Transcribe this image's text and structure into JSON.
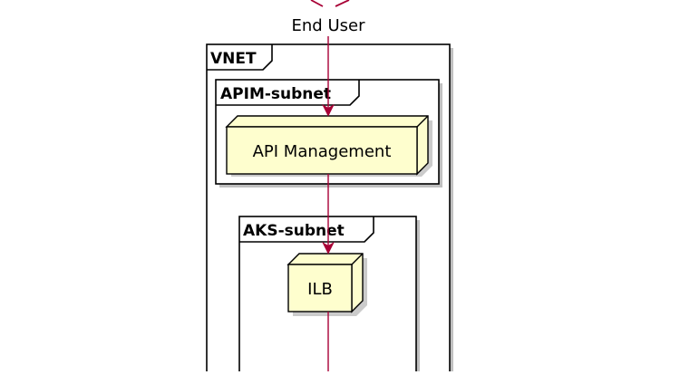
{
  "actor": {
    "label": "End User"
  },
  "frames": {
    "vnet": {
      "title": "VNET"
    },
    "apim_subnet": {
      "title": "APIM-subnet"
    },
    "aks_subnet": {
      "title": "AKS-subnet"
    }
  },
  "nodes": {
    "api_management": {
      "label": "API Management"
    },
    "ilb": {
      "label": "ILB"
    }
  },
  "colors": {
    "node_fill": "#FEFECE",
    "connector": "#A80036",
    "frame_border": "#000000",
    "shadow": "#8c8c8c"
  }
}
